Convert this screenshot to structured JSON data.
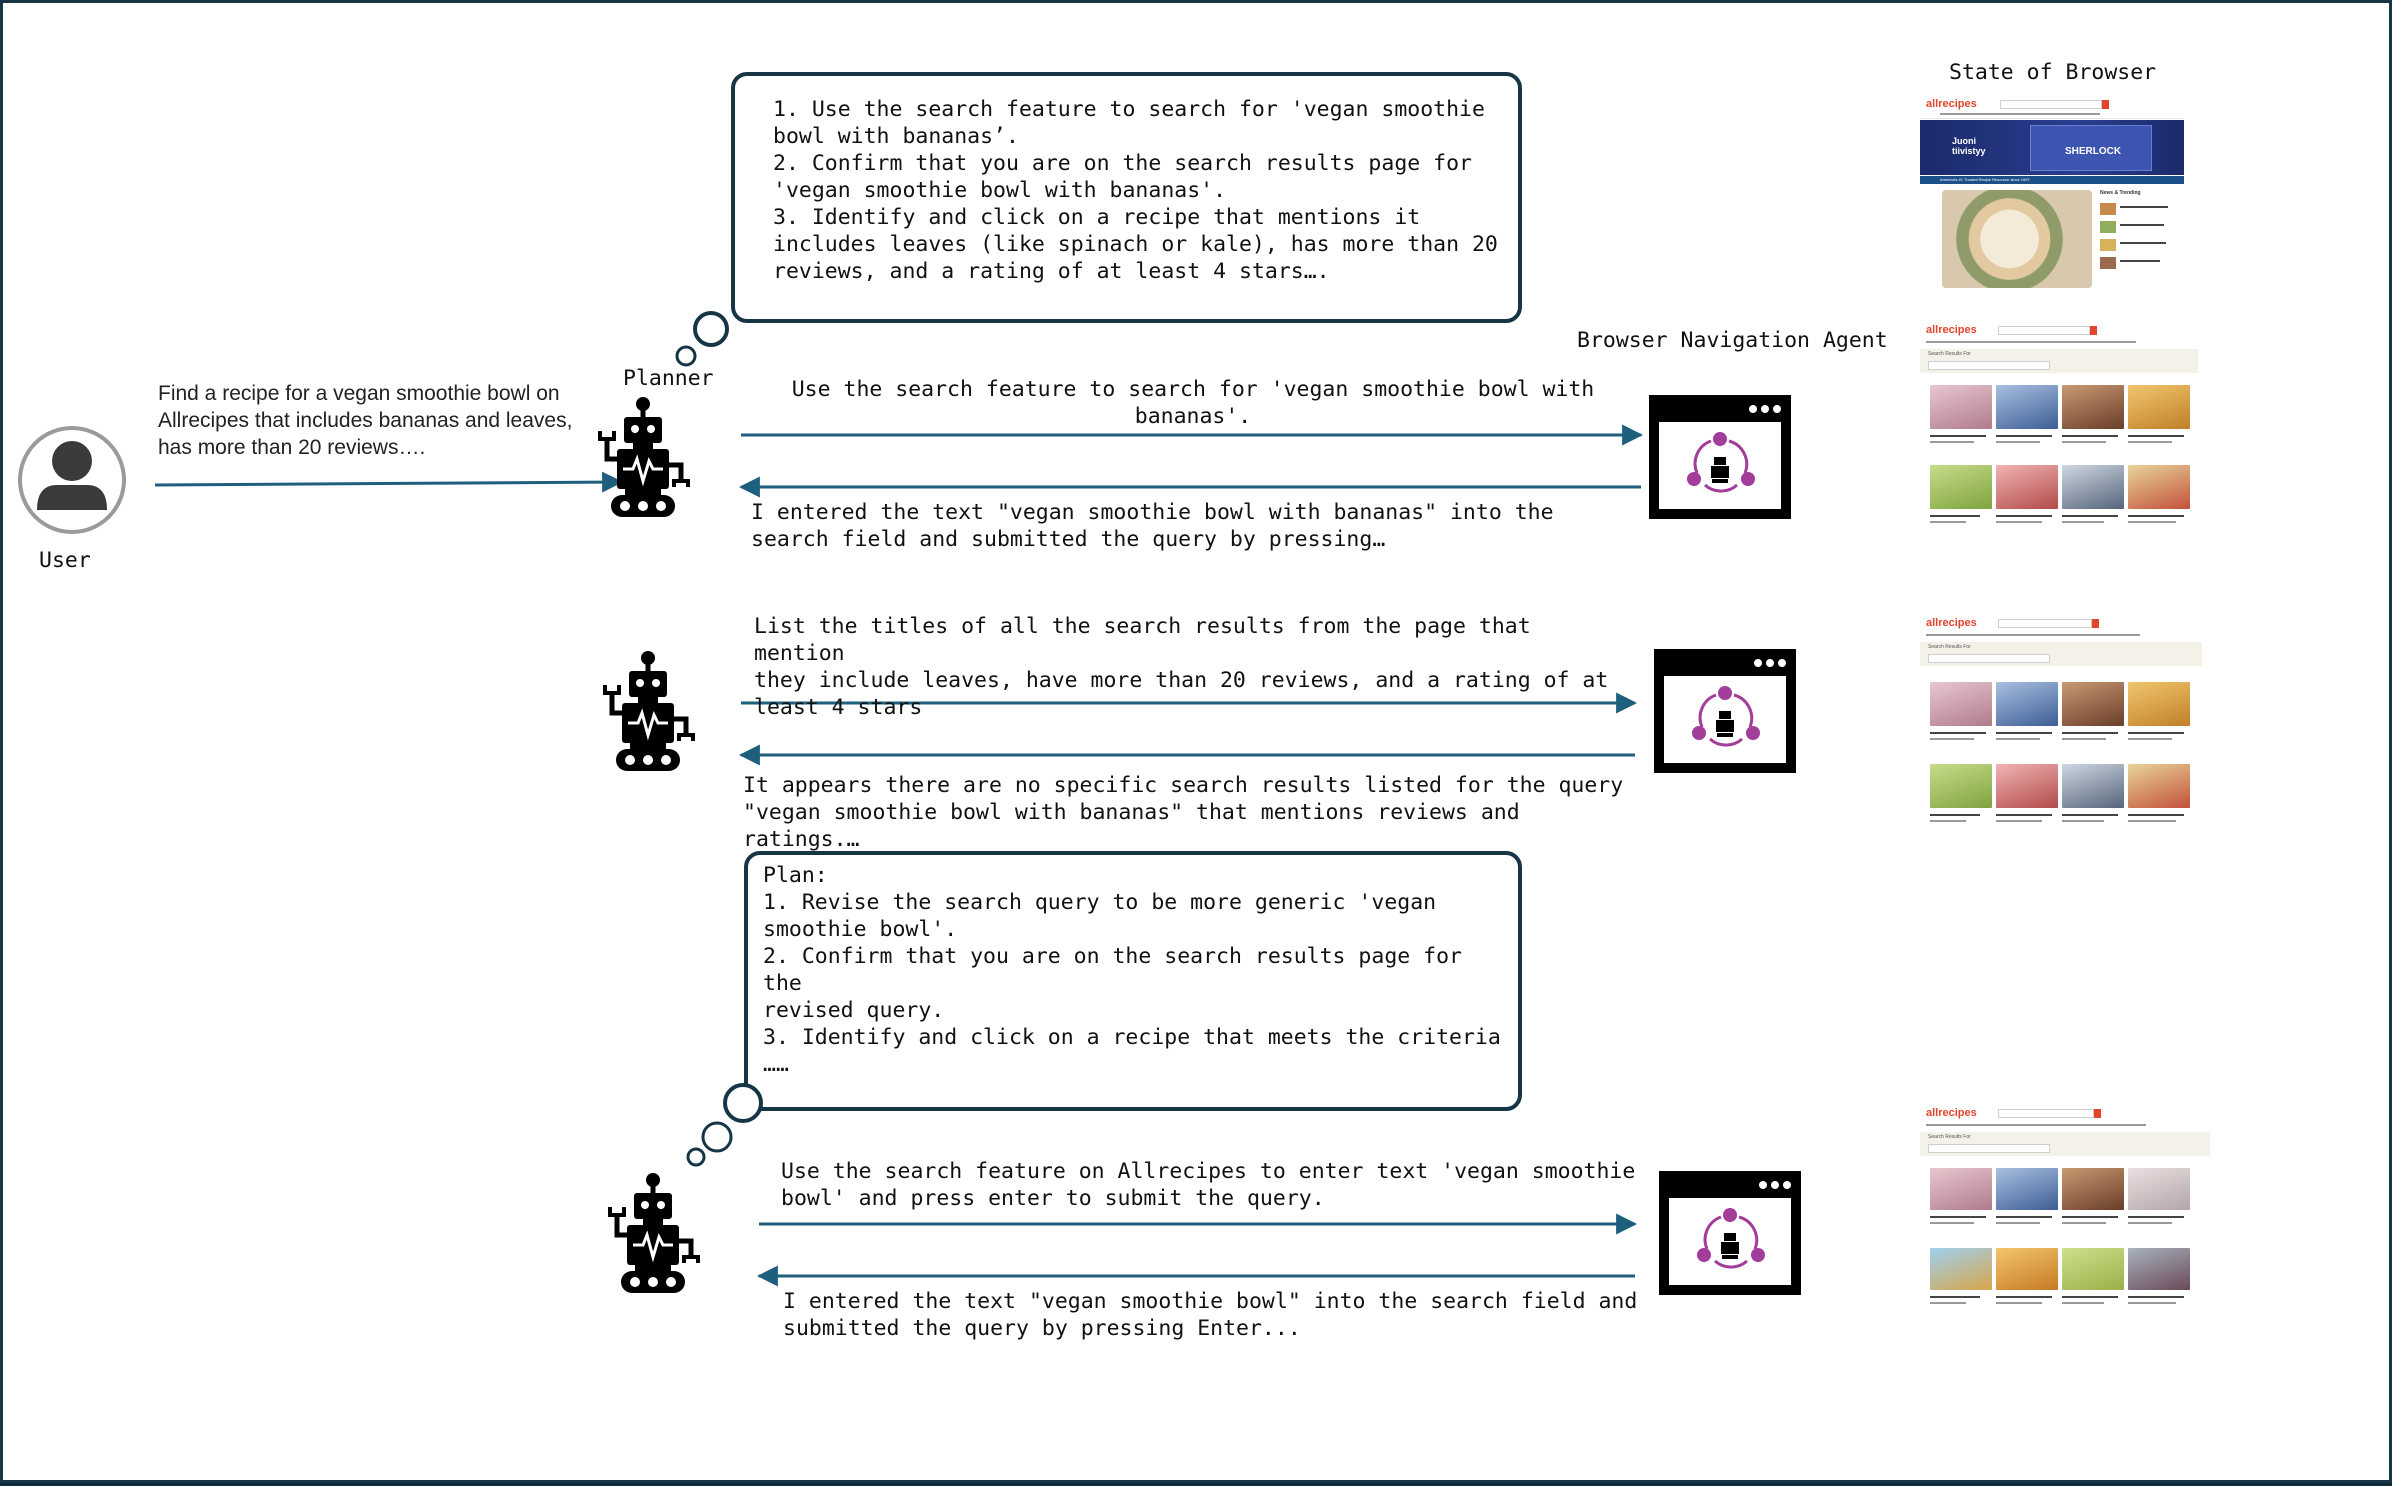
{
  "labels": {
    "user": "User",
    "planner": "Planner",
    "browser_agent": "Browser Navigation Agent",
    "state_of_browser": "State of Browser"
  },
  "user_query": "Find a recipe for a vegan smoothie bowl on\nAllrecipes that includes bananas and leaves,\nhas more than 20 reviews….",
  "plan_bubble_1": "1. Use the search feature to search for 'vegan smoothie\nbowl with bananas’.\n2. Confirm that you are on the search results page for\n'vegan smoothie bowl with bananas'.\n3. Identify and click on a recipe that mentions it\nincludes leaves (like spinach or kale), has more than 20\nreviews, and a rating of at least 4 stars….",
  "plan_bubble_2": "Plan:\n1. Revise the search query to be more generic 'vegan\nsmoothie bowl'.\n2. Confirm that you are on the search results page for the\nrevised query.\n3. Identify and click on a recipe that meets the criteria\n……",
  "steps": [
    {
      "instruction": "Use the search feature to search for 'vegan smoothie bowl with\nbananas'.",
      "response": "I entered the text \"vegan smoothie bowl with bananas\" into the\nsearch field and submitted the query by pressing…"
    },
    {
      "instruction": "List the titles of all the search results from the page that mention\nthey include leaves, have more than 20 reviews, and a rating of at\nleast 4 stars",
      "response": "It appears there are no specific search results listed for the query\n\"vegan smoothie bowl with bananas\" that mentions reviews and ratings.…"
    },
    {
      "instruction": "Use the search feature on Allrecipes to enter text 'vegan smoothie\nbowl' and press enter to submit the query.",
      "response": "I entered the text \"vegan smoothie bowl\" into the search field and\nsubmitted the query by pressing Enter..."
    }
  ],
  "browser_states": [
    {
      "logo": "allrecipes",
      "banner_line1": "Juoni",
      "banner_line2": "tiivistyy",
      "banner_title": "SHERLOCK",
      "tagline": "America's #1 Trusted Recipe Resource since 1997",
      "sidebar_title": "News & Trending"
    },
    {
      "logo": "allrecipes",
      "panel_label": "Search Results For"
    },
    {
      "logo": "allrecipes",
      "panel_label": "Search Results For"
    },
    {
      "logo": "allrecipes",
      "panel_label": "Search Results For"
    }
  ],
  "colors": {
    "arrow": "#1f5f7e",
    "agent_accent": "#a23e99",
    "frame": "#163646",
    "allrecipes_red": "#e2452b"
  },
  "icons": [
    "user-avatar-icon",
    "robot-icon",
    "browser-agent-icon"
  ]
}
